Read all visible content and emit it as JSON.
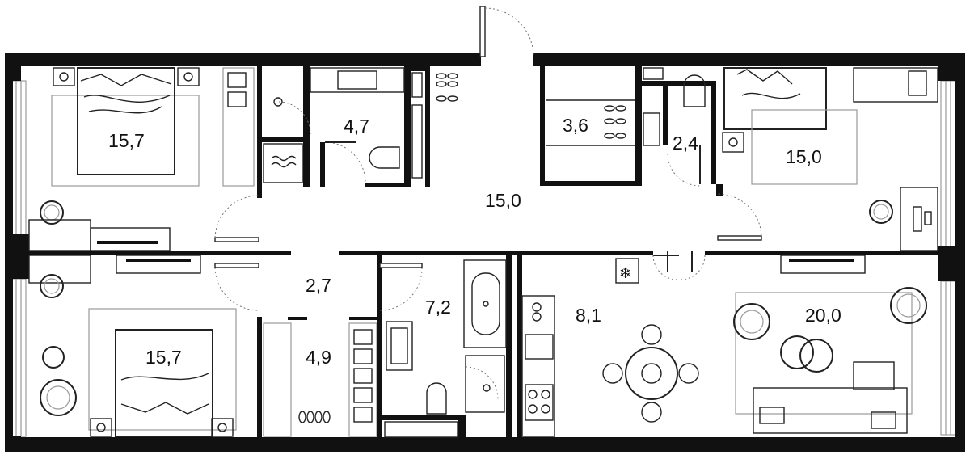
{
  "plan": {
    "rooms": [
      {
        "id": "bedroom-top-left",
        "area": "15,7"
      },
      {
        "id": "bathroom-top",
        "area": "4,7"
      },
      {
        "id": "hall",
        "area": "15,0"
      },
      {
        "id": "wardrobe-top",
        "area": "3,6"
      },
      {
        "id": "toilet-top",
        "area": "2,4"
      },
      {
        "id": "bedroom-top-right",
        "area": "15,0"
      },
      {
        "id": "corridor",
        "area": "2,7"
      },
      {
        "id": "bedroom-bottom-left",
        "area": "15,7"
      },
      {
        "id": "wardrobe-bottom",
        "area": "4,9"
      },
      {
        "id": "bathroom-bottom",
        "area": "7,2"
      },
      {
        "id": "kitchen",
        "area": "8,1"
      },
      {
        "id": "living-room",
        "area": "20,0"
      }
    ]
  }
}
